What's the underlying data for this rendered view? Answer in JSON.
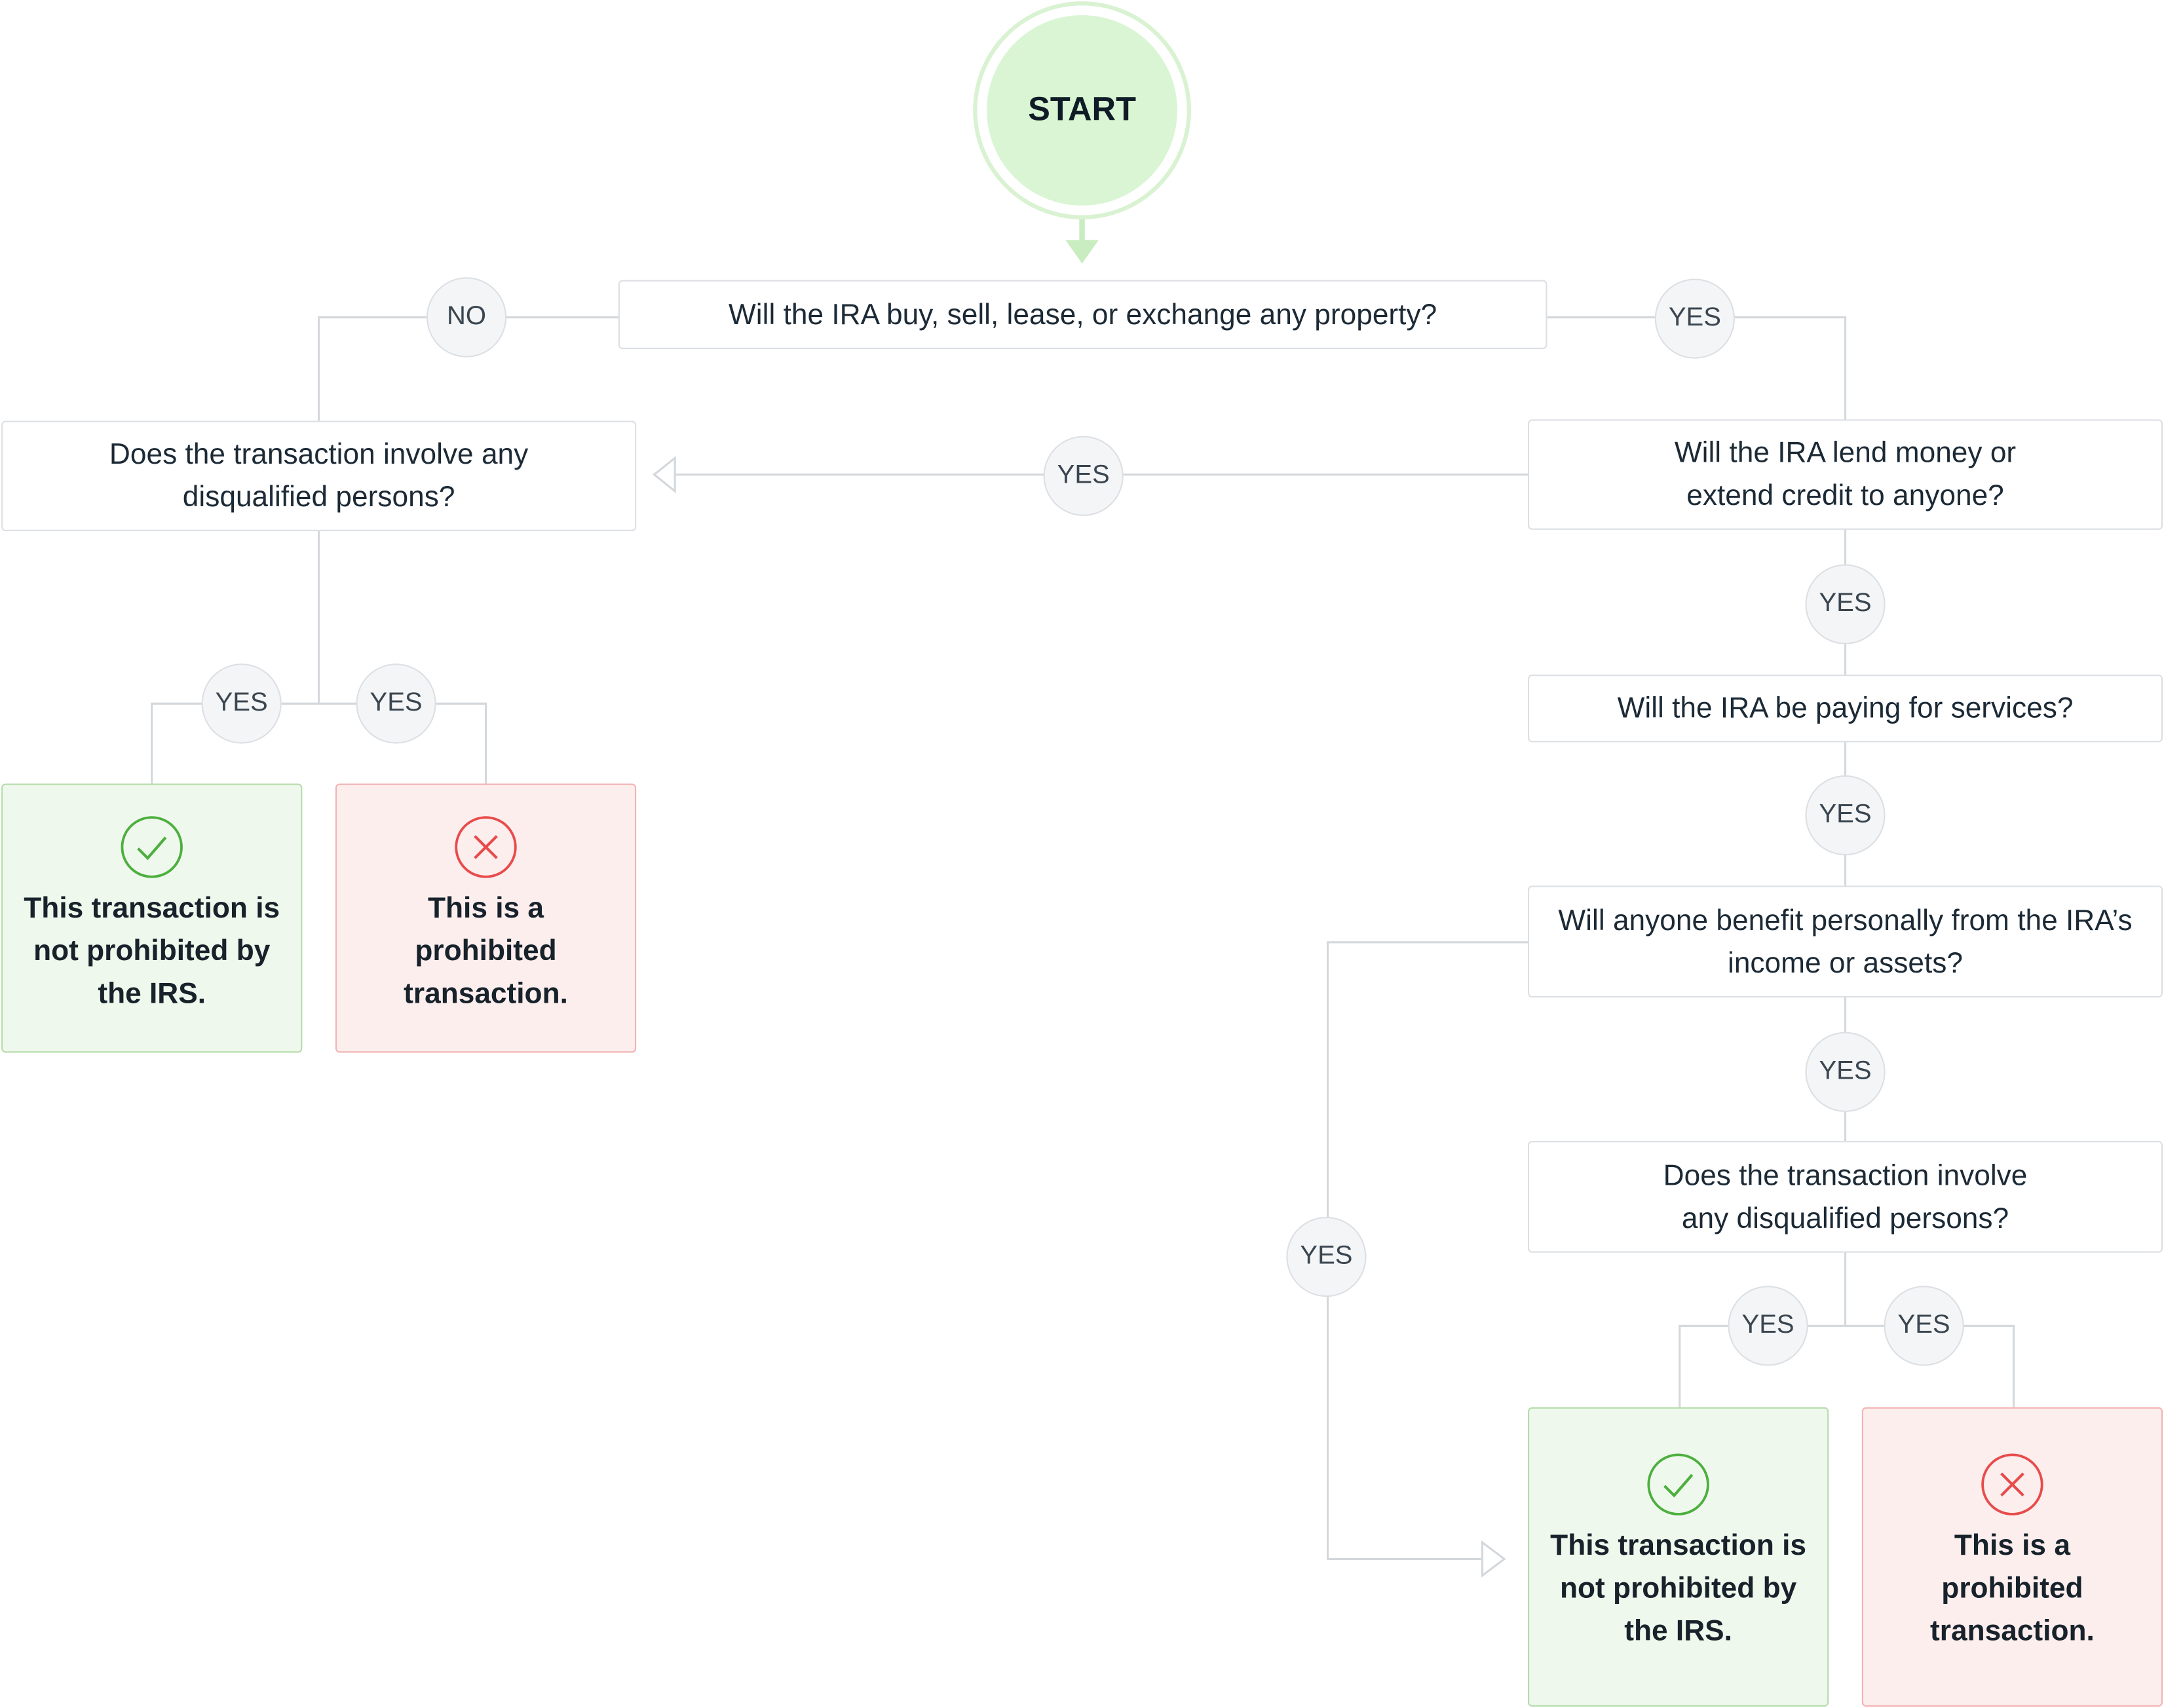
{
  "start_label": "START",
  "questions": {
    "q1": "Will the IRA buy, sell, lease, or exchange any property?",
    "q_left": "Does the transaction involve any disqualified persons?",
    "q2": "Will the IRA lend money or extend credit to anyone?",
    "q3": "Will the IRA be paying for services?",
    "q4": "Will anyone benefit personally from the IRA’s income or assets?",
    "q5": "Does the transaction involve any disqualified persons?"
  },
  "answers": {
    "no": "NO",
    "yes": "YES"
  },
  "results": {
    "not_prohibited": "This transaction is not prohibited by the IRS.",
    "prohibited": "This is a prohibited transaction."
  },
  "colors": {
    "start_fill": "#d9f5d3",
    "ok_fill": "#eff8ec",
    "ok_icon": "#4caf3e",
    "bad_fill": "#fdeeee",
    "bad_icon": "#e84b4b",
    "connector": "#d4d8dc"
  },
  "icons": {
    "ok": "check-circle-icon",
    "bad": "x-circle-icon"
  }
}
